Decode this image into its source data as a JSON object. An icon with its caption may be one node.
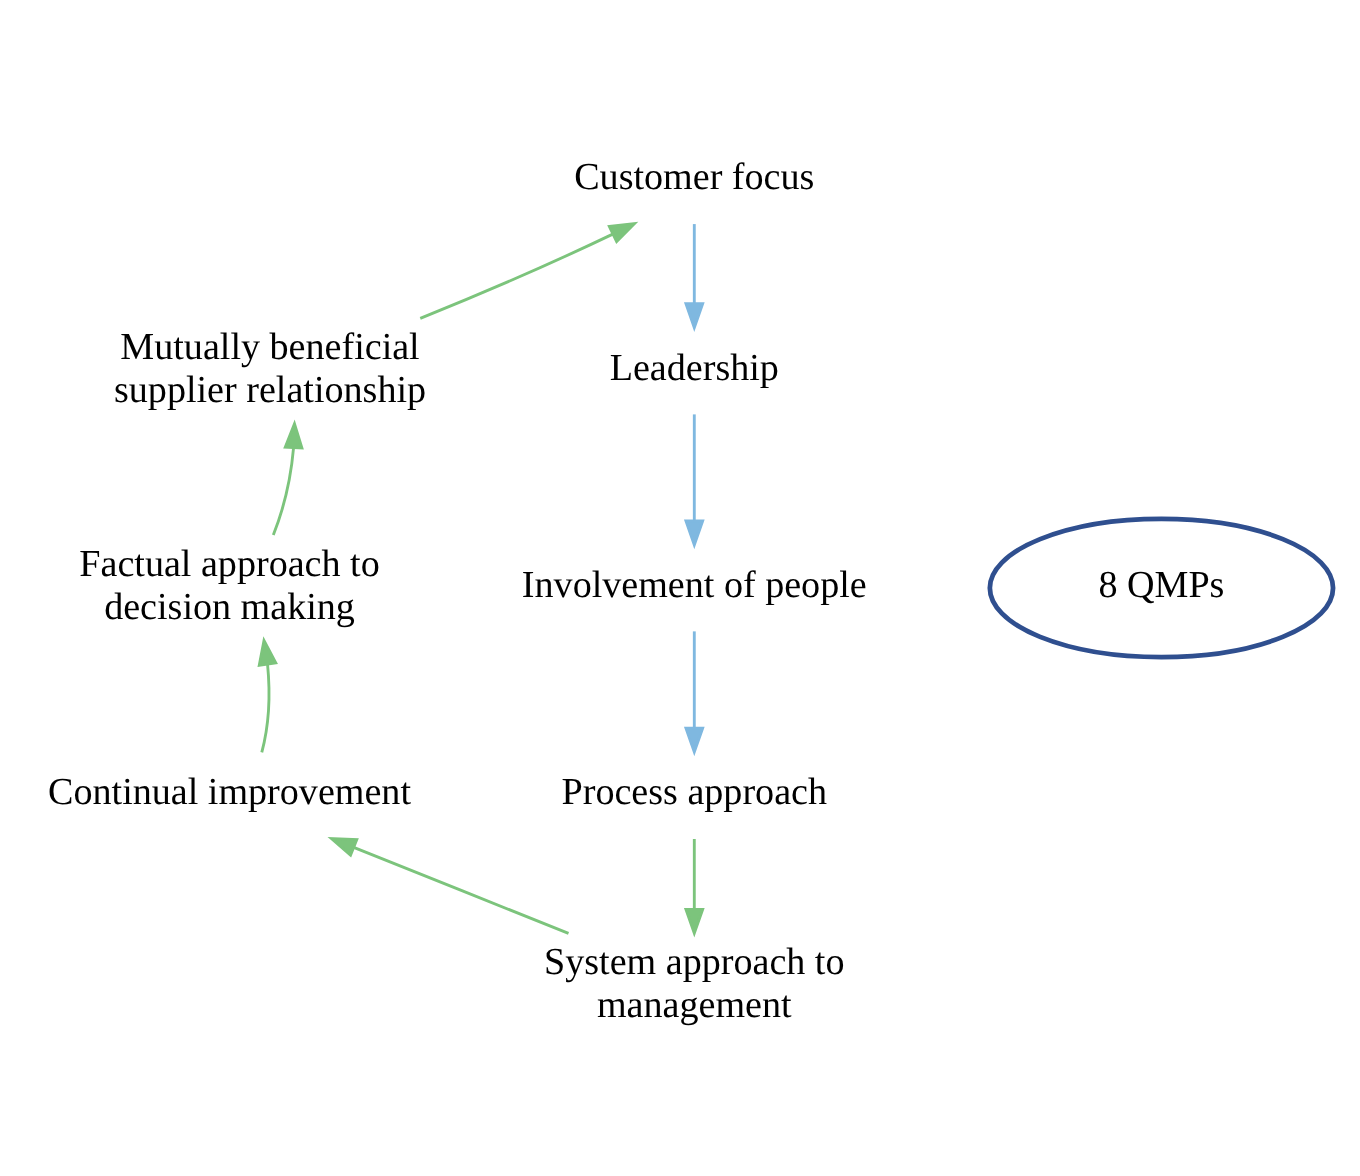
{
  "diagram": {
    "nodes": [
      {
        "text": [
          "Customer focus"
        ]
      },
      {
        "text": [
          "Leadership"
        ]
      },
      {
        "text": [
          "Involvement of people"
        ]
      },
      {
        "text": [
          "Process approach"
        ]
      },
      {
        "text": [
          "System approach to management"
        ]
      },
      {
        "text": [
          "Continual improvement"
        ]
      },
      {
        "text": [
          "Factual approach to decision making"
        ]
      },
      {
        "text": [
          "Mutually beneficial supplier relationship"
        ]
      },
      {
        "text": [
          "8 QMPs"
        ]
      }
    ],
    "edges": [
      {
        "from": 0,
        "to": 1,
        "arrow": "to",
        "color": "#7fb8e0"
      },
      {
        "from": 1,
        "to": 2,
        "arrow": "to",
        "color": "#7fb8e0"
      },
      {
        "from": 2,
        "to": 3,
        "arrow": "to",
        "color": "#7fb8e0"
      },
      {
        "from": 3,
        "to": 4,
        "arrow": "to"
      },
      {
        "from": 4,
        "to": 5,
        "arrow": "to"
      },
      {
        "from": 5,
        "to": 6,
        "arrow": "to"
      },
      {
        "from": 6,
        "to": 7,
        "arrow": "to"
      },
      {
        "from": 7,
        "to": 0,
        "arrow": "to"
      }
    ]
  }
}
